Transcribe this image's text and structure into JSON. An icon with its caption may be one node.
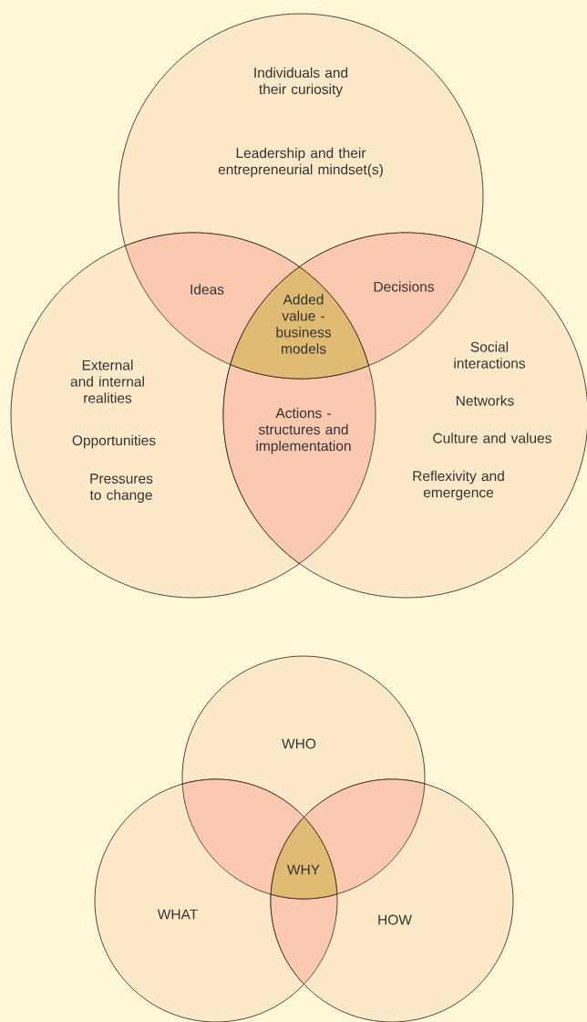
{
  "diagram": {
    "nodes": [
      {
        "text": [
          "Individuals and their curiosity",
          "Leadership and their entrepreneurial mindset(s)"
        ]
      },
      {
        "text": [
          "External and internal realities",
          "Opportunities",
          "Pressures to change"
        ]
      },
      {
        "text": [
          "Social interactions",
          "Networks",
          "Culture and values",
          "Reflexivity and emergence"
        ]
      },
      {
        "text": [
          "Ideas"
        ]
      },
      {
        "text": [
          "Decisions"
        ]
      },
      {
        "text": [
          "Added value - business models"
        ]
      },
      {
        "text": [
          "Actions - structures and implementation"
        ]
      },
      {
        "text": [
          "WHO"
        ]
      },
      {
        "text": [
          "WHAT"
        ]
      },
      {
        "text": [
          "HOW"
        ]
      },
      {
        "text": [],
        "shape": "lens"
      },
      {
        "text": [],
        "shape": "lens"
      },
      {
        "text": [
          "WHY"
        ]
      },
      {
        "text": [],
        "shape": "lens"
      }
    ],
    "edges": []
  }
}
